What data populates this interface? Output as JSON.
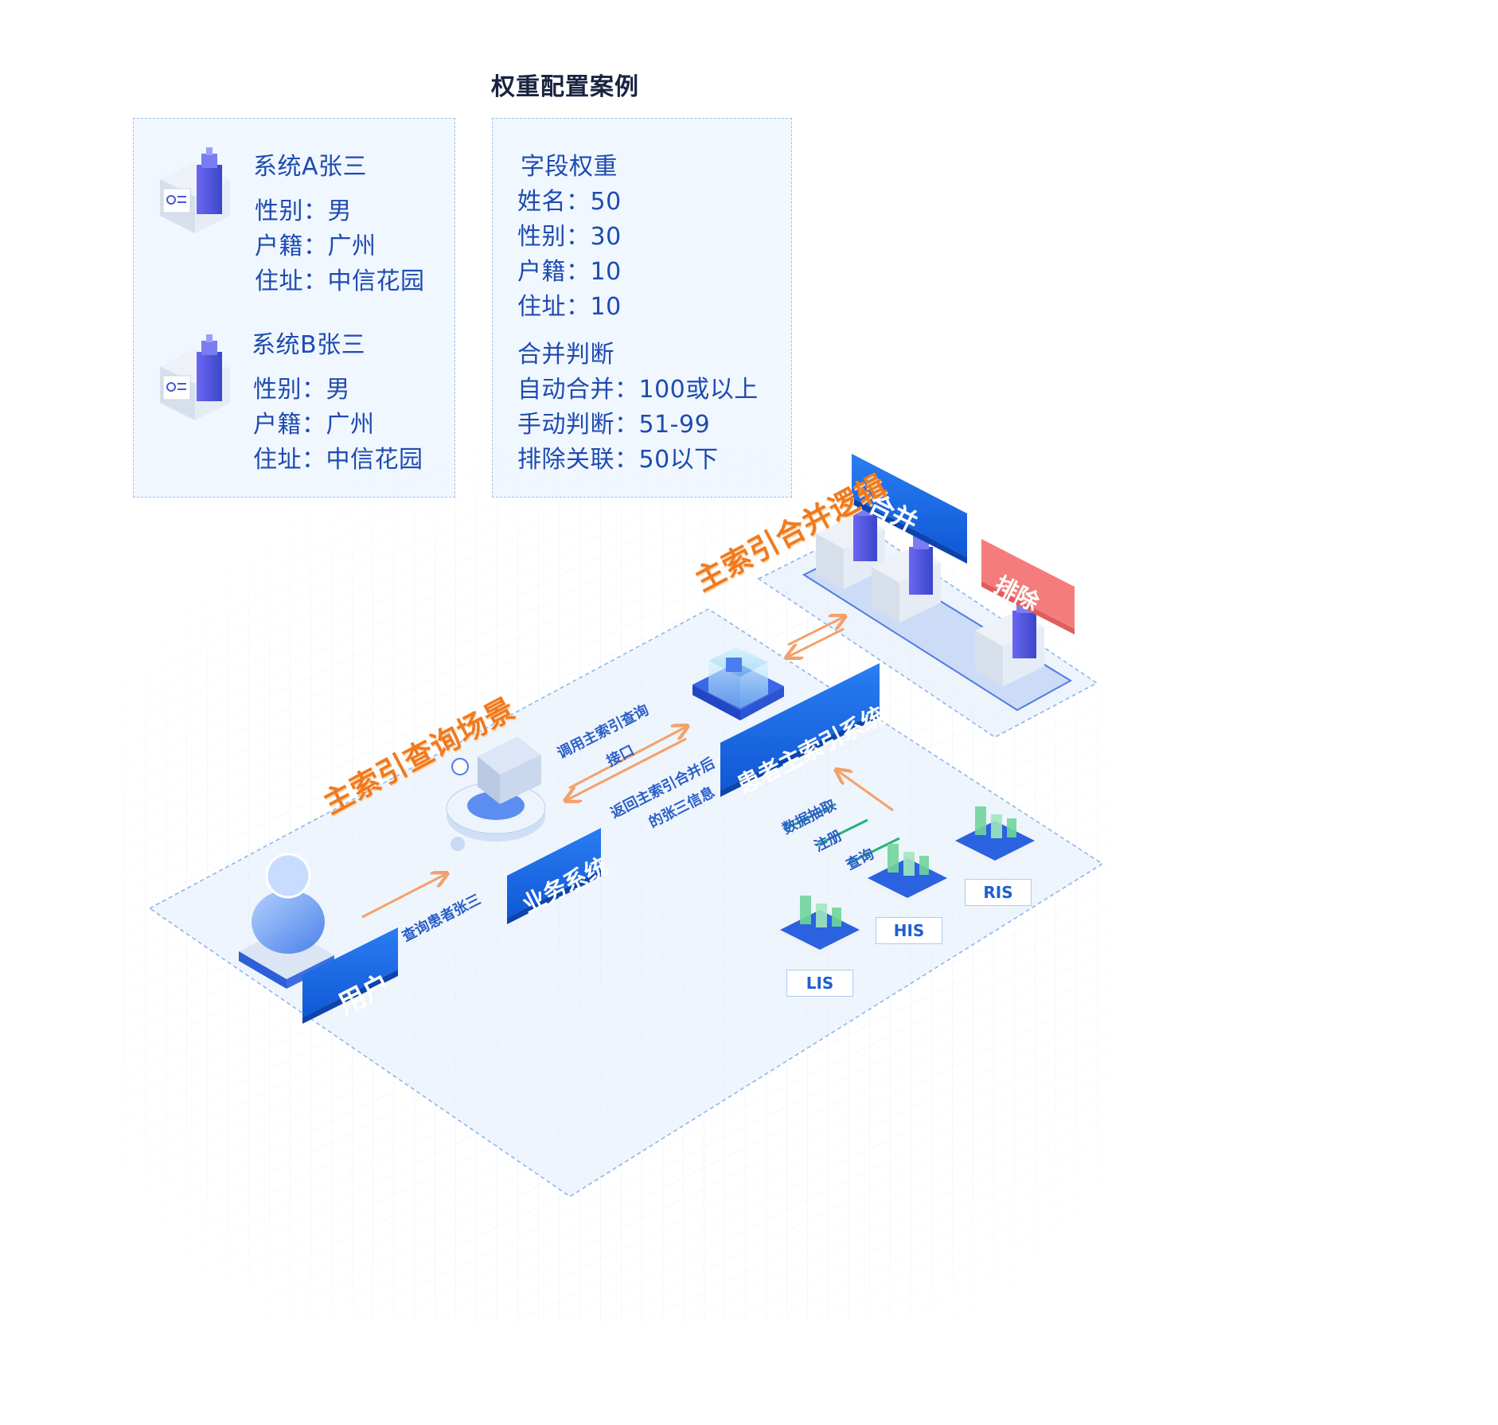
{
  "title": "权重配置案例",
  "record_a": {
    "name": "系统A张三",
    "gender": "性别：男",
    "hukou": "户籍：广州",
    "address": "住址：中信花园"
  },
  "record_b": {
    "name": "系统B张三",
    "gender": "性别：男",
    "hukou": "户籍：广州",
    "address": "住址：中信花园"
  },
  "weights": {
    "heading": "字段权重",
    "items": [
      "姓名：50",
      "性别：30",
      "户籍：10",
      "住址：10"
    ]
  },
  "merge_rules": {
    "heading": "合并判断",
    "items": [
      "自动合并：100或以上",
      "手动判断：51-99",
      "排除关联：50以下"
    ]
  },
  "scenes": {
    "query": "主索引查询场景",
    "merge": "主索引合并逻辑"
  },
  "nodes": {
    "user": "用户",
    "business": "业务系统",
    "empi": "患者主索引系统",
    "merge": "合并",
    "exclude": "排除"
  },
  "flows": {
    "query_patient": "查询患者张三",
    "call_api_1": "调用主索引查询",
    "call_api_2": "接口",
    "return_1": "返回主索引合并后",
    "return_2": "的张三信息",
    "extract": "数据抽取",
    "register": "注册",
    "query": "查询"
  },
  "systems": [
    "LIS",
    "HIS",
    "RIS"
  ],
  "colors": {
    "primary": "#1565e0",
    "orange": "#f07a1f",
    "exclude": "#f47c7c",
    "arrow": "#f5a06a",
    "green": "#27b37a"
  }
}
